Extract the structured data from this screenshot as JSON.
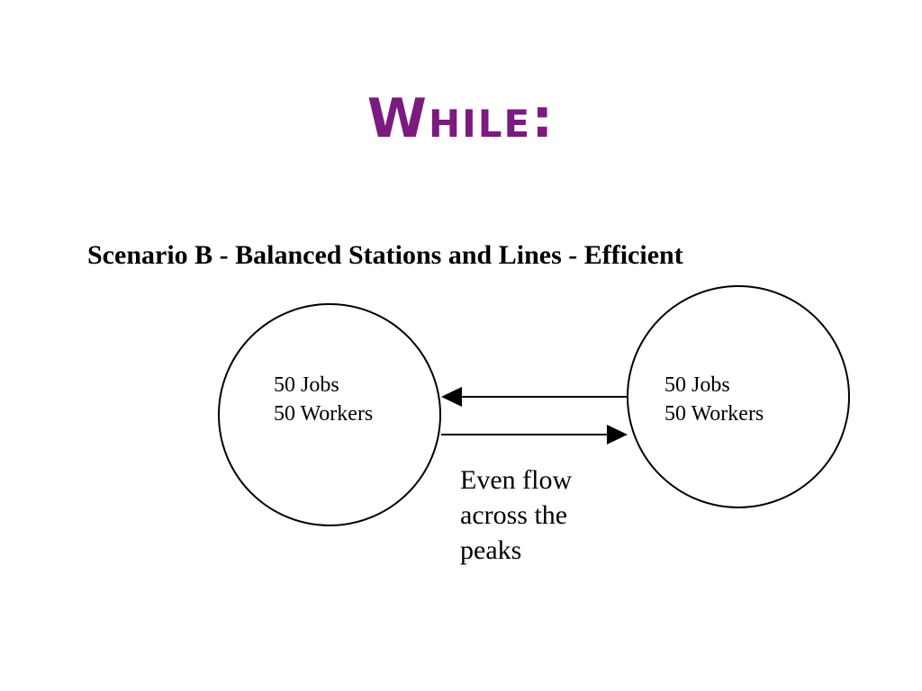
{
  "title": "While:",
  "scenario": "Scenario B - Balanced Stations and Lines - Efficient",
  "nodes": [
    {
      "jobs": "50 Jobs",
      "workers": "50 Workers"
    },
    {
      "jobs": "50 Jobs",
      "workers": "50 Workers"
    }
  ],
  "flow_note": [
    "Even flow",
    "across the",
    "peaks"
  ],
  "colors": {
    "title": "#7b1a7f",
    "stroke": "#000000"
  }
}
